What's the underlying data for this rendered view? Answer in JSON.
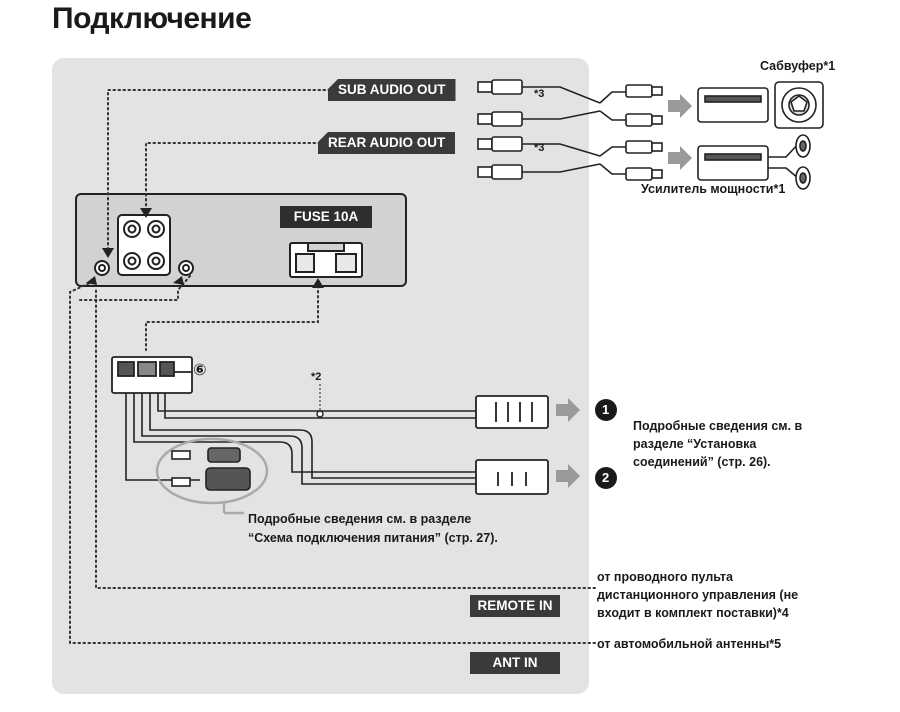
{
  "page": {
    "title": "Подключение"
  },
  "outputs": {
    "sub_audio_out": "SUB AUDIO OUT",
    "rear_audio_out": "REAR AUDIO OUT",
    "fuse": "FUSE 10A",
    "remote_in": "REMOTE IN",
    "ant_in": "ANT IN"
  },
  "devices": {
    "subwoofer": "Сабвуфер*1",
    "amplifier": "Усилитель мощности*1"
  },
  "footnotes": {
    "sub_cable": "*3",
    "rear_cable": "*3",
    "power_cable": "*2"
  },
  "connector_ref": "⑥",
  "markers": {
    "one": "1",
    "two": "2"
  },
  "notes": {
    "install_1": "Подробные сведения см. в",
    "install_2": "разделе “Установка",
    "install_3": "соединений” (стр. 26).",
    "power_1": "Подробные сведения см. в разделе",
    "power_2": "“Схема подключения питания” (стр. 27).",
    "remote_1": "от проводного пульта",
    "remote_2": "дистанционного управления (не",
    "remote_3": "входит в комплект поставки)*4",
    "antenna": "от автомобильной антенны*5"
  },
  "colors": {
    "panel": "#e3e3e3",
    "unit": "#d2d2d2",
    "dark": "#3a3a3a"
  }
}
